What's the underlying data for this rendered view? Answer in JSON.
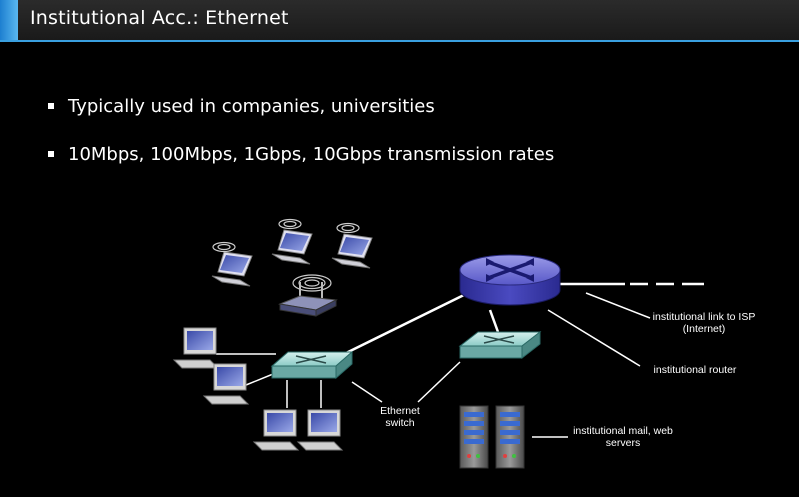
{
  "title": "Institutional Acc.: Ethernet",
  "bullets": [
    "Typically used in companies, universities",
    "10Mbps, 100Mbps, 1Gbps, 10Gbps transmission rates"
  ],
  "labels": {
    "isp_link": "institutional link to ISP (Internet)",
    "router": "institutional router",
    "switch": "Ethernet switch",
    "servers": "institutional mail, web servers"
  },
  "colors": {
    "title_accent": "#3aa0e0",
    "router_blue": "#3a3ab8",
    "switch_teal": "#9fd4d0"
  }
}
